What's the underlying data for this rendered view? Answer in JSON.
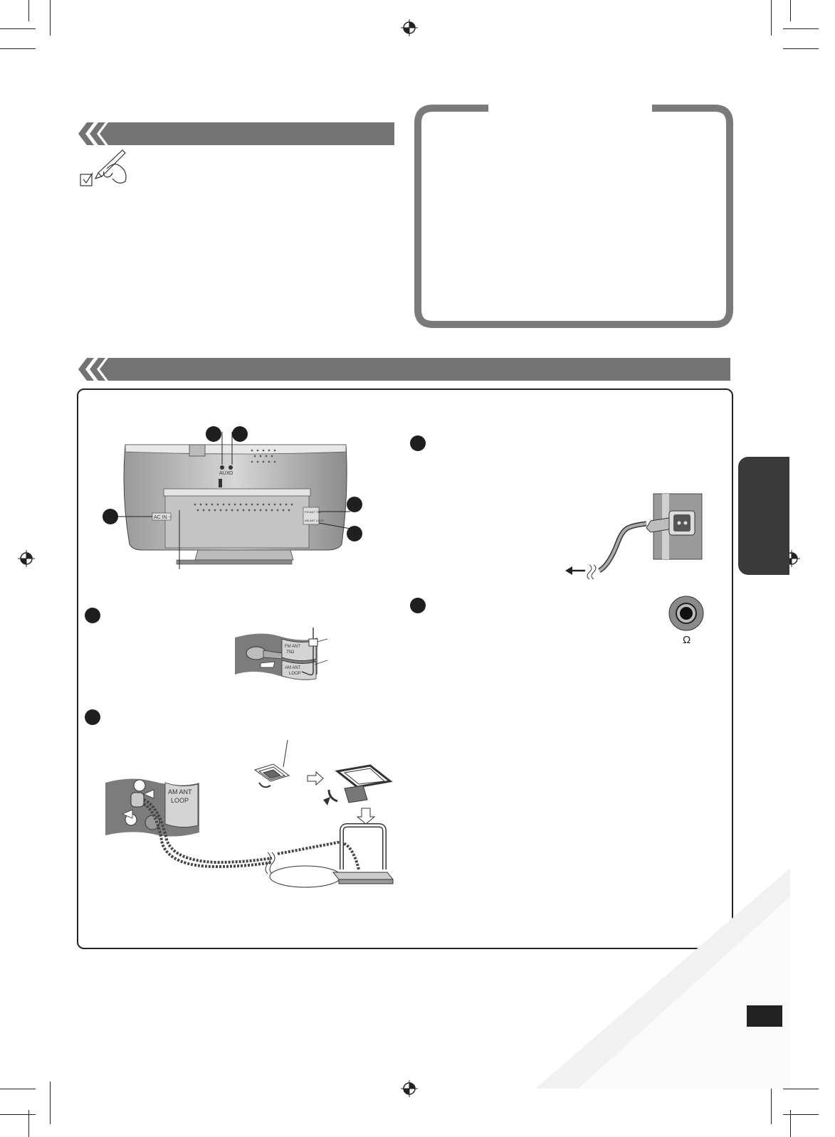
{
  "rear_panel": {
    "jack_a_label": "AUX",
    "jack_b_label": "Ω",
    "left_port_label": "AC IN ~",
    "fm_port_label": "FM ANT 75Ω",
    "am_port_label": "AM ANT LOOP"
  },
  "fm_antenna": {
    "port_fm": "FM ANT",
    "port_fm_sub": "75Ω",
    "port_am": "AM ANT",
    "port_am_sub": "LOOP"
  },
  "am_antenna": {
    "port": "AM ANT",
    "port_sub": "LOOP"
  },
  "headphones": {
    "symbol": "Ω"
  },
  "colors": {
    "band": "#737373",
    "frame": "#7a7a7a",
    "side_tab": "#3a3a3a",
    "marker": "#1f1f1f"
  },
  "icons": [
    "registration-mark-icon",
    "checklist-pen-icon",
    "chevron-icon",
    "arrow-left-icon",
    "hollow-arrow-icon"
  ]
}
